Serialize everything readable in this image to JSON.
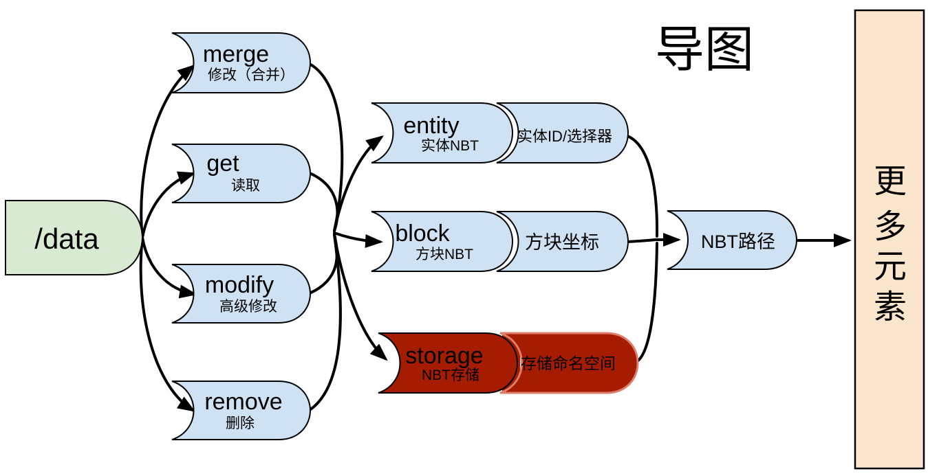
{
  "title": "导图",
  "colors": {
    "node_blue": "#cfe2f3",
    "root_green": "#d9ead3",
    "bar_peach": "#fce5cd",
    "storage_red": "#a61c00",
    "storage_divider": "#dd7e6b",
    "white_text": "#ffffff",
    "line_black": "#000000"
  },
  "root": {
    "label": "/data"
  },
  "commands": [
    {
      "label": "merge",
      "subtitle": "修改（合并）"
    },
    {
      "label": "get",
      "subtitle": "读取"
    },
    {
      "label": "modify",
      "subtitle": "高级修改"
    },
    {
      "label": "remove",
      "subtitle": "删除"
    }
  ],
  "targets": [
    {
      "label": "entity",
      "subtitle": "实体NBT",
      "argument": "实体ID/选择器"
    },
    {
      "label": "block",
      "subtitle": "方块NBT",
      "argument": "方块坐标"
    },
    {
      "label": "storage",
      "subtitle": "NBT存储",
      "argument": "存储命名空间"
    }
  ],
  "nbt_path": {
    "label": "NBT路径"
  },
  "more_elements": {
    "label": "更多元素",
    "chars": [
      "更",
      "多",
      "元",
      "素"
    ]
  }
}
